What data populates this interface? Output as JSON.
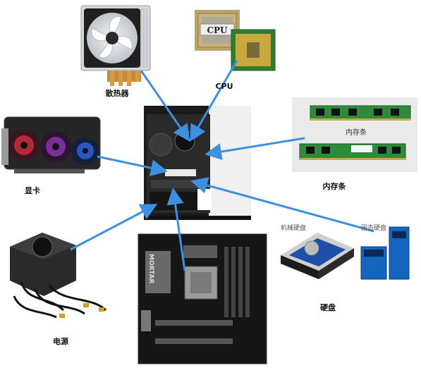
{
  "labels": {
    "cooler": "散热器",
    "cpu": "CPU",
    "ram": "内存条",
    "gpu": "显卡",
    "psu": "电源",
    "disk": "硬盘"
  },
  "cpu_chip_text": "CPU",
  "ram_overlay_text": "内存条",
  "motherboard_text": "MORTAR",
  "disk_sublabels": {
    "hdd": "机械硬盘",
    "ssd": "固态硬盘"
  },
  "colors": {
    "arrow": "#3d8fe0",
    "case": "#1b1b1b",
    "ram_pcb": "#2f8a3c",
    "hdd_blue": "#1c4fa8",
    "ssd_blue": "#1565c0"
  }
}
